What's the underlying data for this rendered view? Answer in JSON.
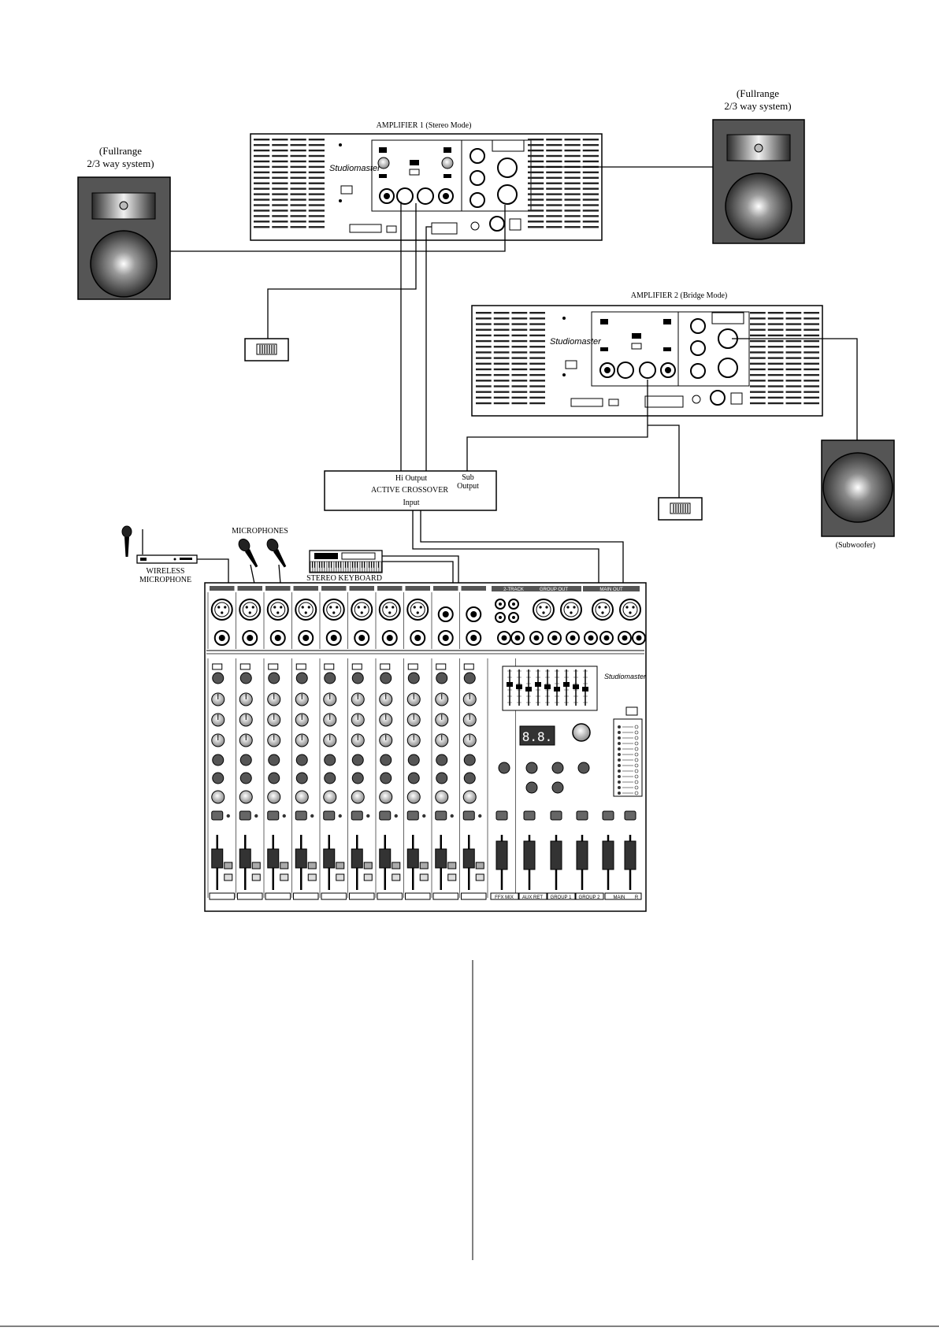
{
  "labels": {
    "amp1_title": "AMPLIFIER 1 (Stereo Mode)",
    "amp2_title": "AMPLIFIER 2 (Bridge Mode)",
    "speaker_left": [
      "(Fullrange",
      "2/3 way system)"
    ],
    "speaker_right": [
      "(Fullrange",
      "2/3 way system)"
    ],
    "subwoofer": "(Subwoofer)",
    "crossover_hi": "Hi Output",
    "crossover_sub": [
      "Sub",
      "Output"
    ],
    "crossover_title": "ACTIVE CROSSOVER",
    "crossover_input": "Input",
    "microphones": "MICROPHONES",
    "wireless": [
      "WIRELESS",
      "MICROPHONE"
    ],
    "keyboard": "STEREO KEYBOARD",
    "brand": "Studiomaster"
  },
  "mixer": {
    "sections_top": [
      "2-TRACK",
      "GROUP OUT",
      "MAIN OUT"
    ],
    "bottom_strips": [
      "FFX MIX",
      "AUX RET",
      "GROUP 1",
      "GROUP 2",
      "MAIN",
      "R"
    ],
    "display": "8.8."
  }
}
